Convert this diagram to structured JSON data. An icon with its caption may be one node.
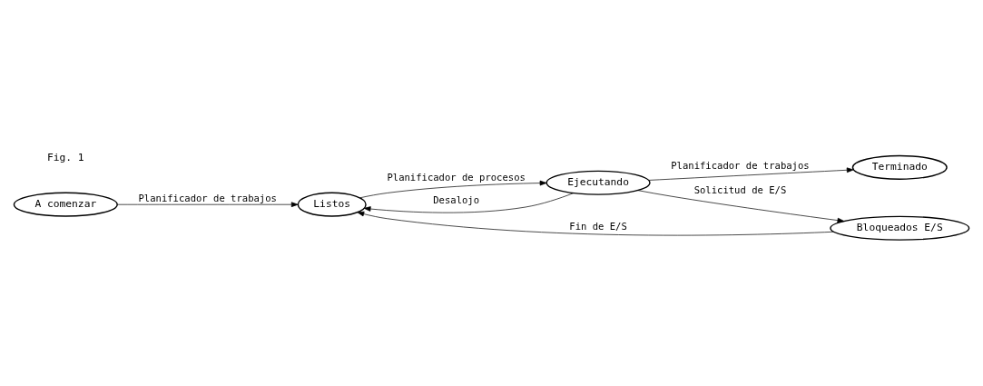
{
  "diagram": {
    "nodes": [
      {
        "text": [
          "A comenzar"
        ]
      },
      {
        "text": [
          "Ejecutando"
        ]
      },
      {
        "text": [
          "Terminado"
        ]
      },
      {
        "text": [
          "Listos"
        ]
      },
      {
        "text": [
          "Bloqueados E/S"
        ]
      }
    ],
    "edges": [
      {
        "from": 0,
        "to": 3,
        "arrow": "to",
        "label": "Planificador de trabajos"
      },
      {
        "from": 1,
        "to": 2,
        "arrow": "to",
        "label": "Planificador de trabajos"
      },
      {
        "from": 1,
        "to": 3,
        "arrow": "to",
        "label": "Desalojo"
      },
      {
        "from": 3,
        "to": 1,
        "arrow": "to",
        "label": "Planificador de procesos"
      },
      {
        "from": 1,
        "to": 4,
        "arrow": "to",
        "label": "Solicitud de E/S"
      },
      {
        "from": 4,
        "to": 3,
        "arrow": "to",
        "label": "Fin de E/S"
      }
    ],
    "labels": [
      "Fig. 1"
    ]
  }
}
